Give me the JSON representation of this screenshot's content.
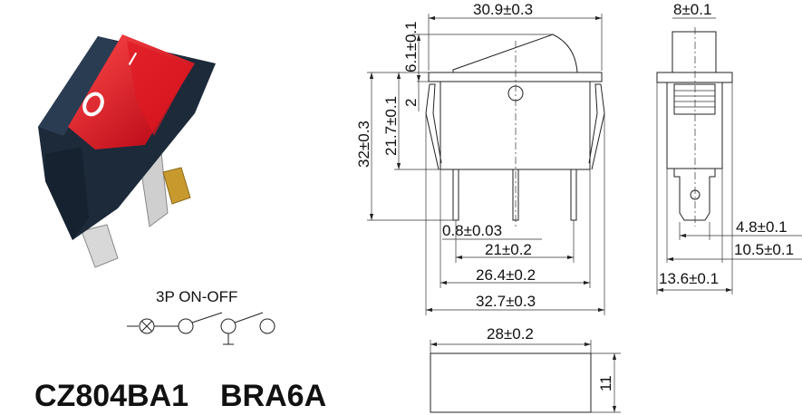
{
  "product": {
    "model_primary": "CZ804BA1",
    "model_secondary": "BRA6A",
    "circuit_label": "3P  ON-OFF",
    "rocker_symbols": [
      "I",
      "O"
    ],
    "colors": {
      "rocker": "#d8101a",
      "housing": "#1c2a3a",
      "terminal_brass": "#c89a2e",
      "terminal_silver": "#c8c8c8"
    }
  },
  "front_view": {
    "width": "30.9±0.3",
    "rocker_height": "6.1±0.1",
    "flange": "2",
    "total_height": "32±0.3",
    "body_height": "21.7±0.1",
    "pin_thickness": "0.8±0.03",
    "pin_pitch": "21±0.2",
    "clip_span": "26.4±0.2",
    "overall_width": "32.7±0.3"
  },
  "side_view": {
    "rocker_width": "8±0.1",
    "terminal_width": "4.8±0.1",
    "body_width": "10.5±0.1",
    "flange_width": "13.6±0.1"
  },
  "cutout": {
    "width": "28±0.2",
    "height": "11"
  }
}
